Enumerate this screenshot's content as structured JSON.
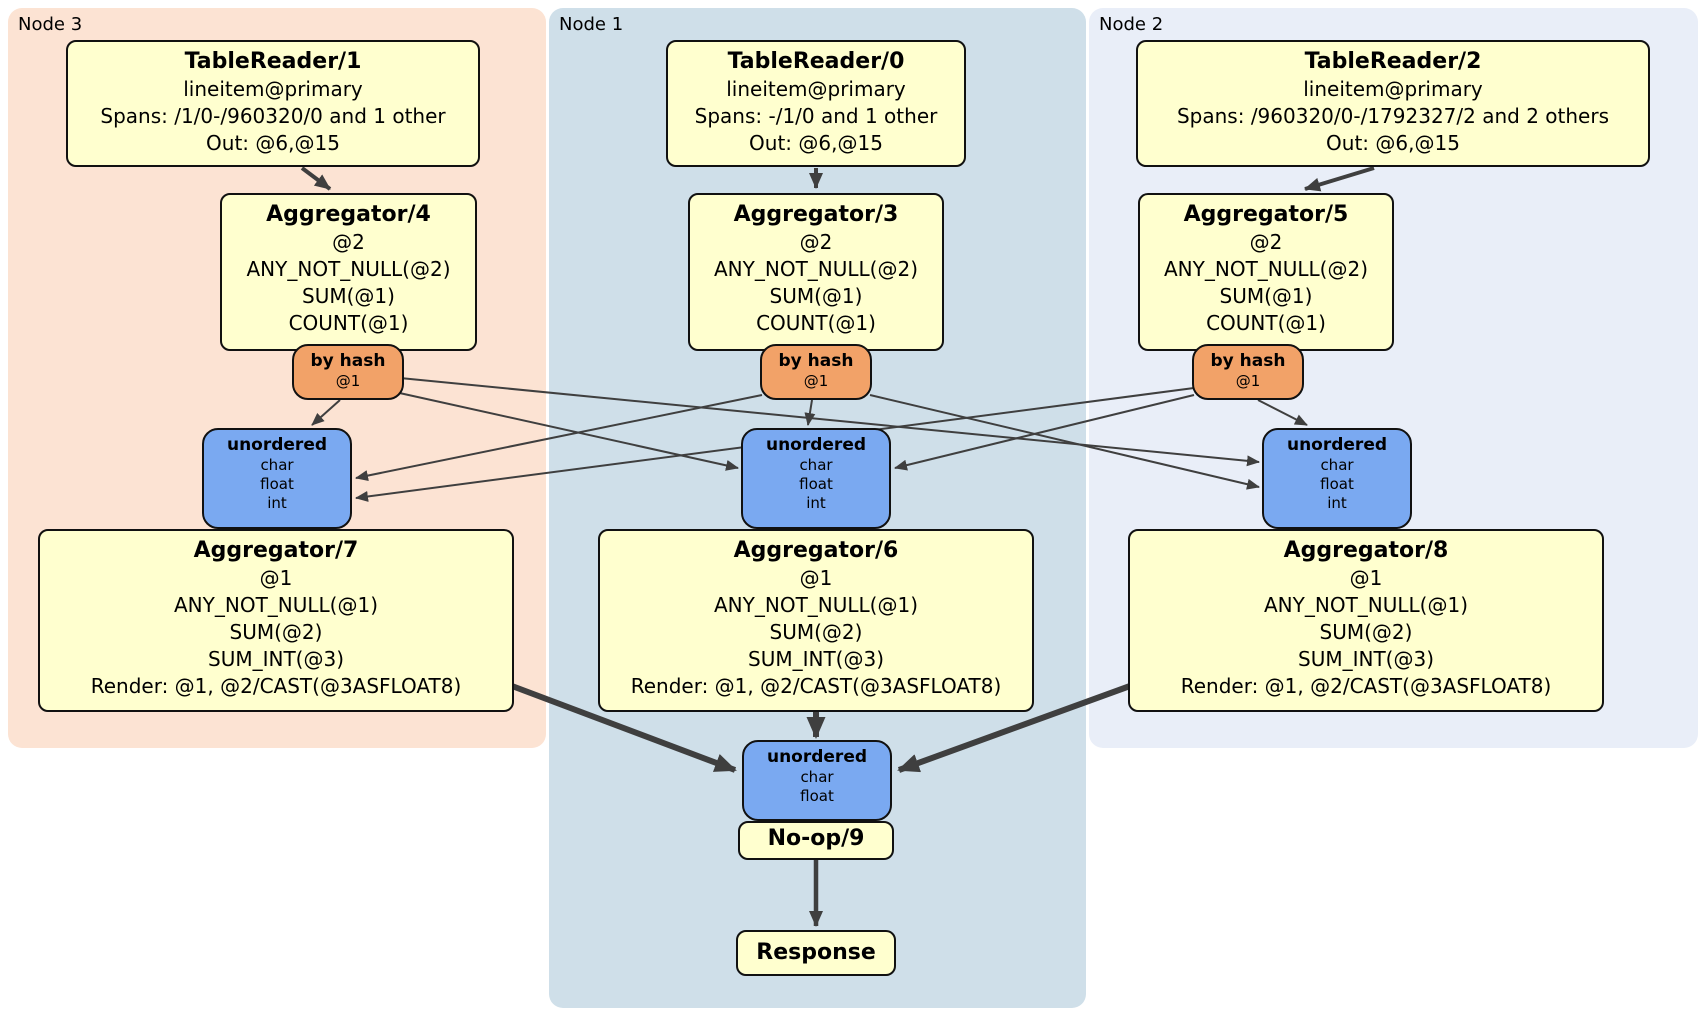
{
  "nodes": [
    {
      "label": "Node 3",
      "table_reader": {
        "title": "TableReader/1",
        "lines": [
          "lineitem@primary",
          "Spans: /1/0-/960320/0 and 1 other",
          "Out: @6,@15"
        ]
      },
      "aggregator_top": {
        "title": "Aggregator/4",
        "lines": [
          "@2",
          "ANY_NOT_NULL(@2)",
          "SUM(@1)",
          "COUNT(@1)"
        ]
      },
      "hash_router": {
        "title": "by hash",
        "lines": [
          "@1"
        ]
      },
      "unordered_sync": {
        "title": "unordered",
        "lines": [
          "char",
          "float",
          "int"
        ]
      },
      "aggregator_bottom": {
        "title": "Aggregator/7",
        "lines": [
          "@1",
          "ANY_NOT_NULL(@1)",
          "SUM(@2)",
          "SUM_INT(@3)",
          "Render: @1, @2/CAST(@3ASFLOAT8)"
        ]
      }
    },
    {
      "label": "Node 1",
      "table_reader": {
        "title": "TableReader/0",
        "lines": [
          "lineitem@primary",
          "Spans: -/1/0 and 1 other",
          "Out: @6,@15"
        ]
      },
      "aggregator_top": {
        "title": "Aggregator/3",
        "lines": [
          "@2",
          "ANY_NOT_NULL(@2)",
          "SUM(@1)",
          "COUNT(@1)"
        ]
      },
      "hash_router": {
        "title": "by hash",
        "lines": [
          "@1"
        ]
      },
      "unordered_sync": {
        "title": "unordered",
        "lines": [
          "char",
          "float",
          "int"
        ]
      },
      "aggregator_bottom": {
        "title": "Aggregator/6",
        "lines": [
          "@1",
          "ANY_NOT_NULL(@1)",
          "SUM(@2)",
          "SUM_INT(@3)",
          "Render: @1, @2/CAST(@3ASFLOAT8)"
        ]
      }
    },
    {
      "label": "Node 2",
      "table_reader": {
        "title": "TableReader/2",
        "lines": [
          "lineitem@primary",
          "Spans: /960320/0-/1792327/2 and 2 others",
          "Out: @6,@15"
        ]
      },
      "aggregator_top": {
        "title": "Aggregator/5",
        "lines": [
          "@2",
          "ANY_NOT_NULL(@2)",
          "SUM(@1)",
          "COUNT(@1)"
        ]
      },
      "hash_router": {
        "title": "by hash",
        "lines": [
          "@1"
        ]
      },
      "unordered_sync": {
        "title": "unordered",
        "lines": [
          "char",
          "float",
          "int"
        ]
      },
      "aggregator_bottom": {
        "title": "Aggregator/8",
        "lines": [
          "@1",
          "ANY_NOT_NULL(@1)",
          "SUM(@2)",
          "SUM_INT(@3)",
          "Render: @1, @2/CAST(@3ASFLOAT8)"
        ]
      }
    }
  ],
  "final_stage": {
    "unordered_sync": {
      "title": "unordered",
      "lines": [
        "char",
        "float"
      ]
    },
    "noop": {
      "title": "No-op/9"
    },
    "response": {
      "title": "Response"
    }
  },
  "colors": {
    "processor_fill": "#ffffcf",
    "router_fill": "#f2a268",
    "sync_fill": "#7aa9f1",
    "node3_region_fill": "#fce3d3",
    "node1_region_fill": "#cfdfe9",
    "node2_region_fill": "#e9eef8",
    "edge_color": "#3f3f3f"
  }
}
